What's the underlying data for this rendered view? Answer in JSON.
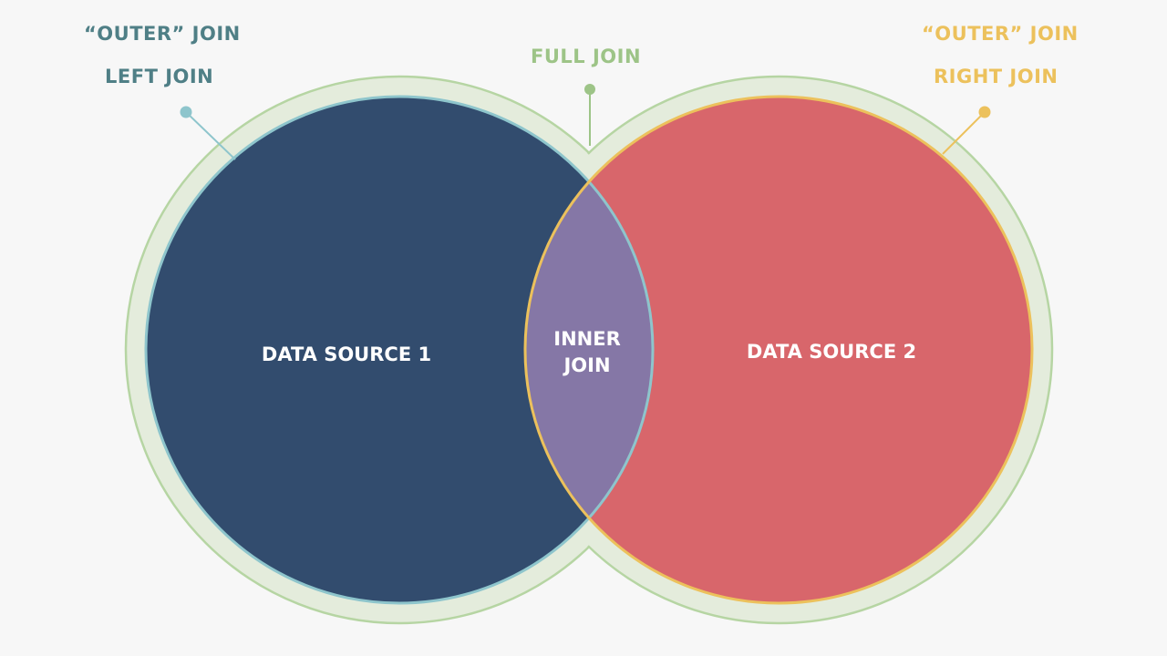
{
  "labels": {
    "left_outer": "“OUTER” JOIN",
    "left_join": "LEFT JOIN",
    "full_join": "FULL JOIN",
    "right_outer": "“OUTER” JOIN",
    "right_join": "RIGHT JOIN",
    "source_1": "DATA SOURCE 1",
    "source_2": "DATA SOURCE 2",
    "inner_line1": "INNER",
    "inner_line2": "JOIN"
  },
  "colors": {
    "background": "#f7f7f7",
    "outer_ring": "#e4ecdc",
    "outer_ring_stroke": "#b6d5a3",
    "source_1_fill": "#324c6e",
    "source_1_stroke": "#8ec5cc",
    "source_2_fill": "#d8666b",
    "source_2_stroke": "#ecc15c",
    "inner_fill": "#8577a6",
    "left_label": "#4f7f86",
    "full_label": "#9dc487",
    "right_label": "#ecc15c"
  }
}
